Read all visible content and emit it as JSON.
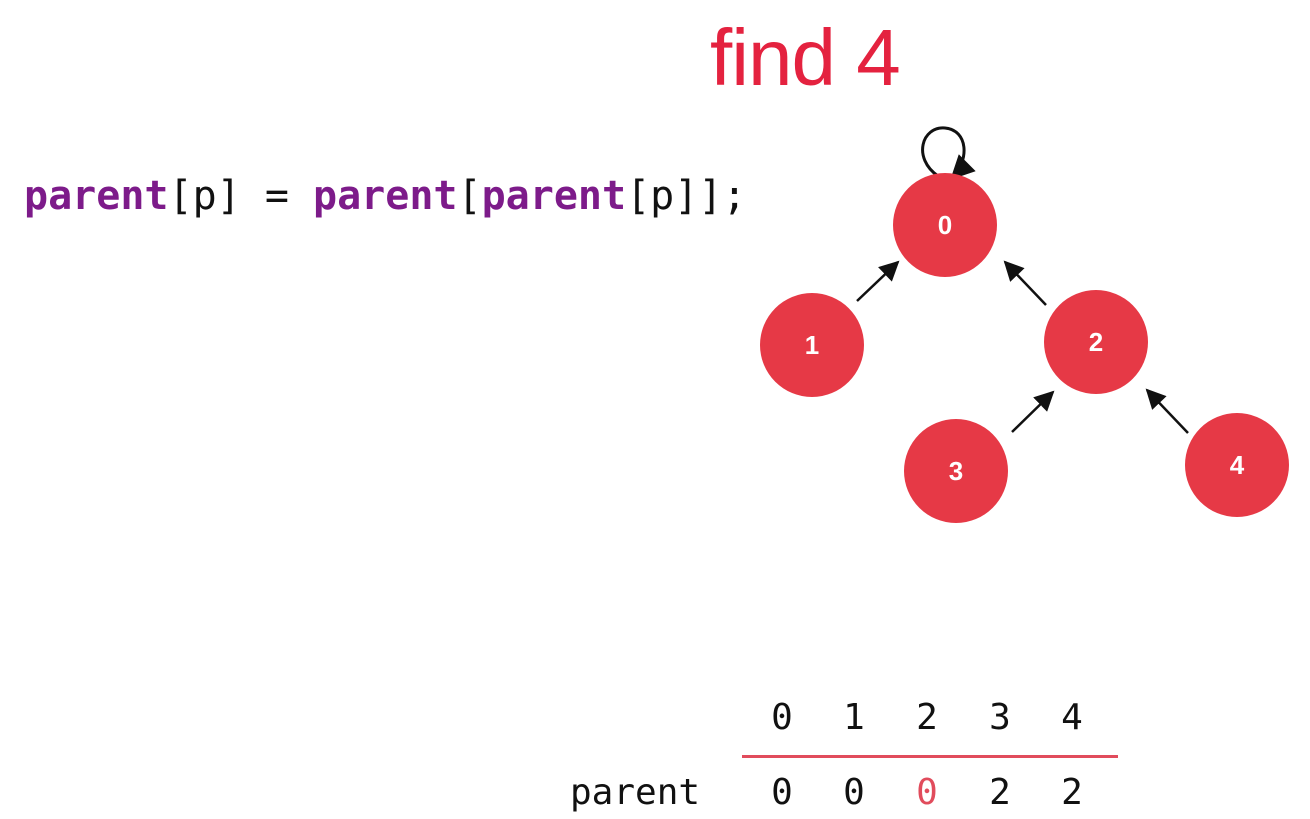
{
  "title": "find 4",
  "code": {
    "lhs_kw": "parent",
    "lhs_rest": "[p] = ",
    "rhs_kw1": "parent",
    "rhs_bracket": "[",
    "rhs_kw2": "parent",
    "rhs_rest": "[p]];"
  },
  "tree": {
    "nodes": [
      {
        "id": "0",
        "label": "0"
      },
      {
        "id": "1",
        "label": "1"
      },
      {
        "id": "2",
        "label": "2"
      },
      {
        "id": "3",
        "label": "3"
      },
      {
        "id": "4",
        "label": "4"
      }
    ],
    "edges": [
      {
        "from": "0",
        "to": "0"
      },
      {
        "from": "1",
        "to": "0"
      },
      {
        "from": "2",
        "to": "0"
      },
      {
        "from": "3",
        "to": "2"
      },
      {
        "from": "4",
        "to": "2"
      }
    ],
    "node_color": "#e63946",
    "edge_color": "#111111"
  },
  "table": {
    "row_label": "parent",
    "indices": [
      "0",
      "1",
      "2",
      "3",
      "4"
    ],
    "values": [
      "0",
      "0",
      "0",
      "2",
      "2"
    ],
    "highlighted_index": 2,
    "highlight_color": "#e14c5c"
  }
}
